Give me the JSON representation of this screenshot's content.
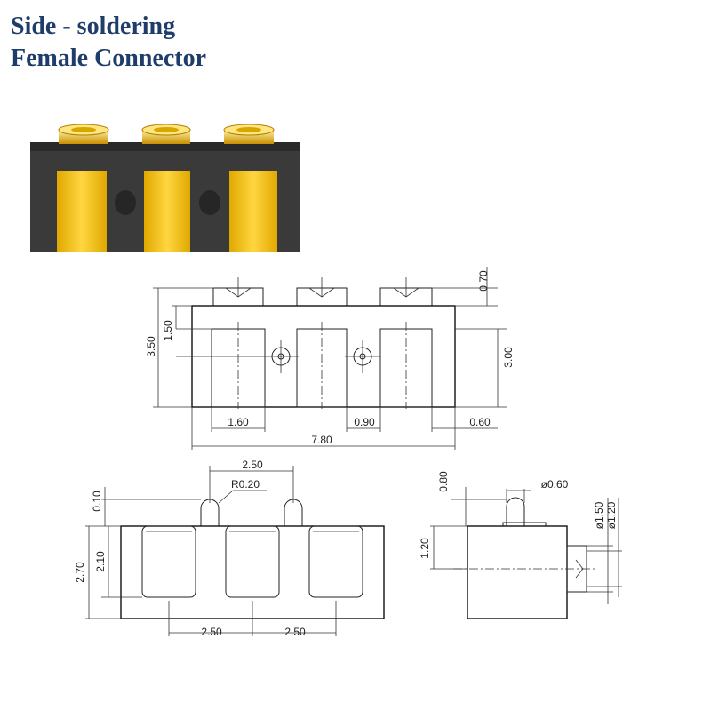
{
  "title": {
    "line1": "Side - soldering",
    "line2": "Female Connector"
  },
  "colors": {
    "title": "#1f3d6b",
    "housing": "#3a3a3a",
    "gold": "#f2c21a",
    "line": "#222222"
  },
  "front_view": {
    "dims": {
      "pin_protrusion": "0.70",
      "pad_height": "1.50",
      "total_height": "3.50",
      "body_height": "3.00",
      "pad_width": "1.60",
      "hole_gap": "0.90",
      "edge_margin": "0.60",
      "total_width": "7.80"
    }
  },
  "bottom_view": {
    "dims": {
      "pitch_top": "2.50",
      "radius": "R0.20",
      "pin_height": "0.10",
      "total_height": "2.70",
      "pocket_height": "2.10",
      "pitch_left": "2.50",
      "pitch_right": "2.50"
    }
  },
  "side_view": {
    "dims": {
      "pin_height": "0.80",
      "pin_diameter": "ø0.60",
      "outer_diameter": "ø1.50",
      "inner_diameter": "ø1.20",
      "offset": "1.20"
    }
  }
}
